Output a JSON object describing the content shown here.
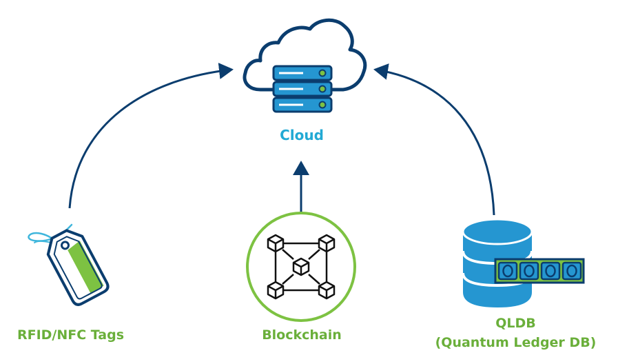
{
  "nodes": {
    "cloud": {
      "label": "Cloud"
    },
    "rfid": {
      "label": "RFID/NFC Tags"
    },
    "blockchain": {
      "label": "Blockchain"
    },
    "qldb": {
      "label_line1": "QLDB",
      "label_line2": "(Quantum Ledger DB)"
    }
  },
  "edges": [
    {
      "from": "RFID/NFC Tags",
      "to": "Cloud"
    },
    {
      "from": "Blockchain",
      "to": "Cloud"
    },
    {
      "from": "QLDB (Quantum Ledger DB)",
      "to": "Cloud"
    }
  ],
  "colors": {
    "arrow": "#0b3d6e",
    "outline": "#0b3d6e",
    "cloud_label": "#22a9d4",
    "green_label": "#6aaf3a",
    "green_fill": "#7dc242",
    "server_fill": "#2596d1",
    "server_dark": "#0b3d6e",
    "tag_fill": "#ffffff",
    "string": "#3fb6dc",
    "db_fill": "#2596d1",
    "block_circle": "#7dc242"
  },
  "icons": {
    "cloud": "cloud-server-icon",
    "rfid": "rfid-tag-icon",
    "blockchain": "blockchain-network-icon",
    "qldb": "ledger-database-icon"
  }
}
